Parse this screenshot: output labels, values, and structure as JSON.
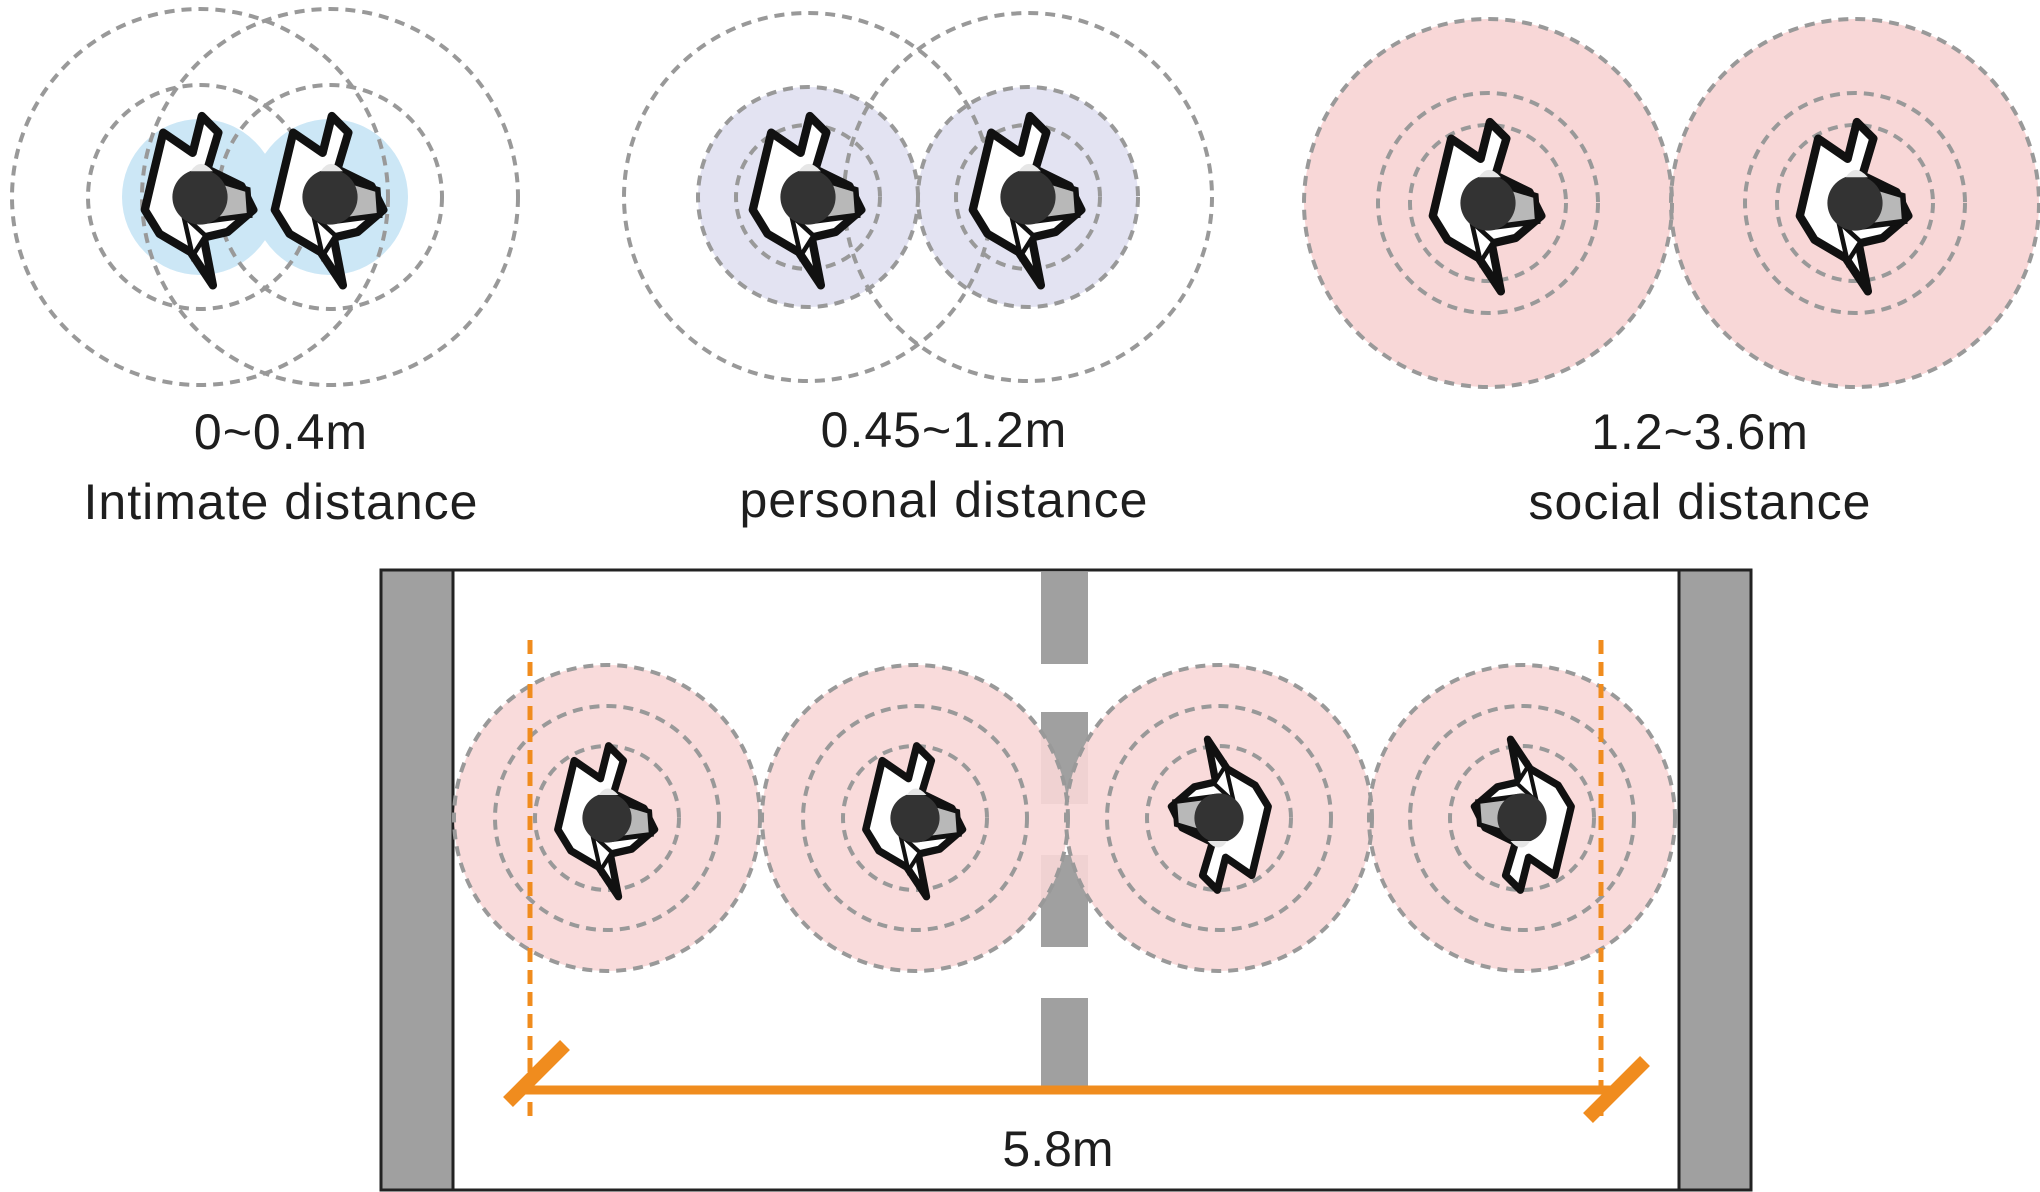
{
  "zones": [
    {
      "range": "0~0.4m",
      "name": "Intimate distance"
    },
    {
      "range": "0.45~1.2m",
      "name": "personal distance"
    },
    {
      "range": "1.2~3.6m",
      "name": "social distance"
    }
  ],
  "corridor": {
    "width_label": "5.8m",
    "person_count": 4
  },
  "colors": {
    "intimate_fill": "#cce7f6",
    "personal_fill": "#e3e3f2",
    "social_fill": "#f8d7d7",
    "dashed_ring": "#999999",
    "measure": "#f08c1e",
    "wall": "#a0a0a0",
    "person_head": "#333333",
    "person_shoulder": "#b8b8b8",
    "person_outline": "#111111"
  },
  "icons": [
    "person-top-view-icon",
    "arrow-head-icon"
  ]
}
